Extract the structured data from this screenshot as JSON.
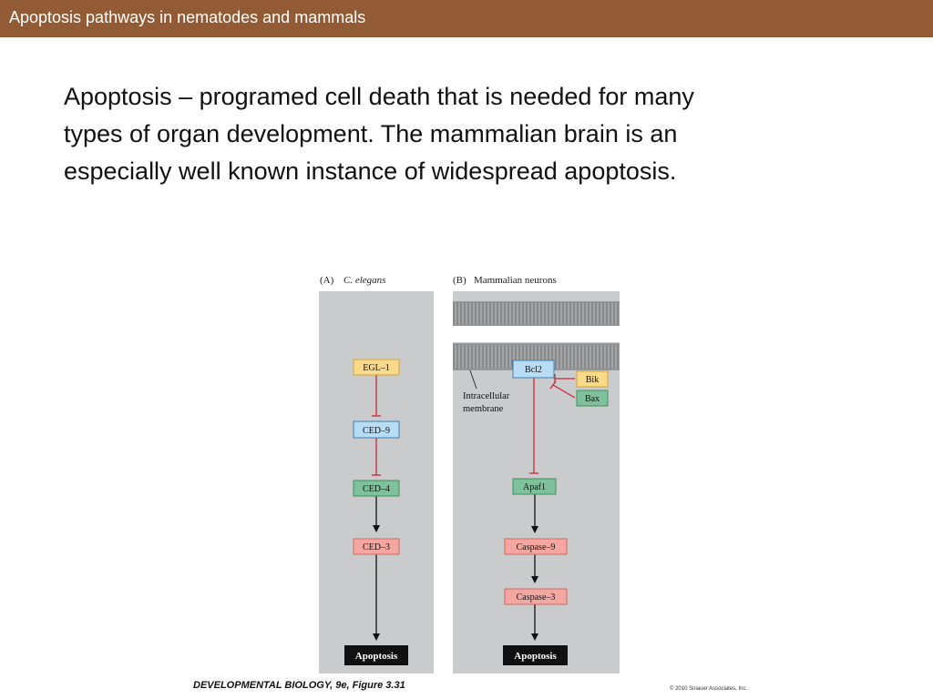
{
  "slide": {
    "title": "Apoptosis pathways in nematodes and mammals",
    "body_lines": [
      "Apoptosis – programed cell death that is needed for many",
      "types of organ development.  The mammalian brain is an",
      "especially well known instance of widespread apoptosis."
    ]
  },
  "figure": {
    "panel_a": {
      "letter": "(A)",
      "title": "C. elegans",
      "nodes": {
        "egl1": "EGL–1",
        "ced9": "CED–9",
        "ced4": "CED–4",
        "ced3": "CED–3",
        "apoptosis": "Apoptosis"
      }
    },
    "panel_b": {
      "letter": "(B)",
      "title": "Mammalian neurons",
      "membrane_label_line1": "Intracellular",
      "membrane_label_line2": "membrane",
      "nodes": {
        "bcl2": "Bcl2",
        "bik": "Bik",
        "bax": "Bax",
        "apaf1": "Apaf1",
        "caspase9": "Caspase–9",
        "caspase3": "Caspase–3",
        "apoptosis": "Apoptosis"
      }
    },
    "caption": {
      "book": "DEVELOPMENTAL BIOLOGY,",
      "edition": " 9e, Figure 3.31"
    },
    "copyright": "© 2010 Sinauer Associates, Inc."
  },
  "colors": {
    "title_bar": "#935b35",
    "panel_bg": "#c9cbcc",
    "yellow_box": "#f9d98a",
    "blue_box": "#b7dcf4",
    "green_box": "#7fc19a",
    "red_box": "#f4a7a0",
    "black_box": "#111111",
    "inhibit": "#c8283c"
  }
}
